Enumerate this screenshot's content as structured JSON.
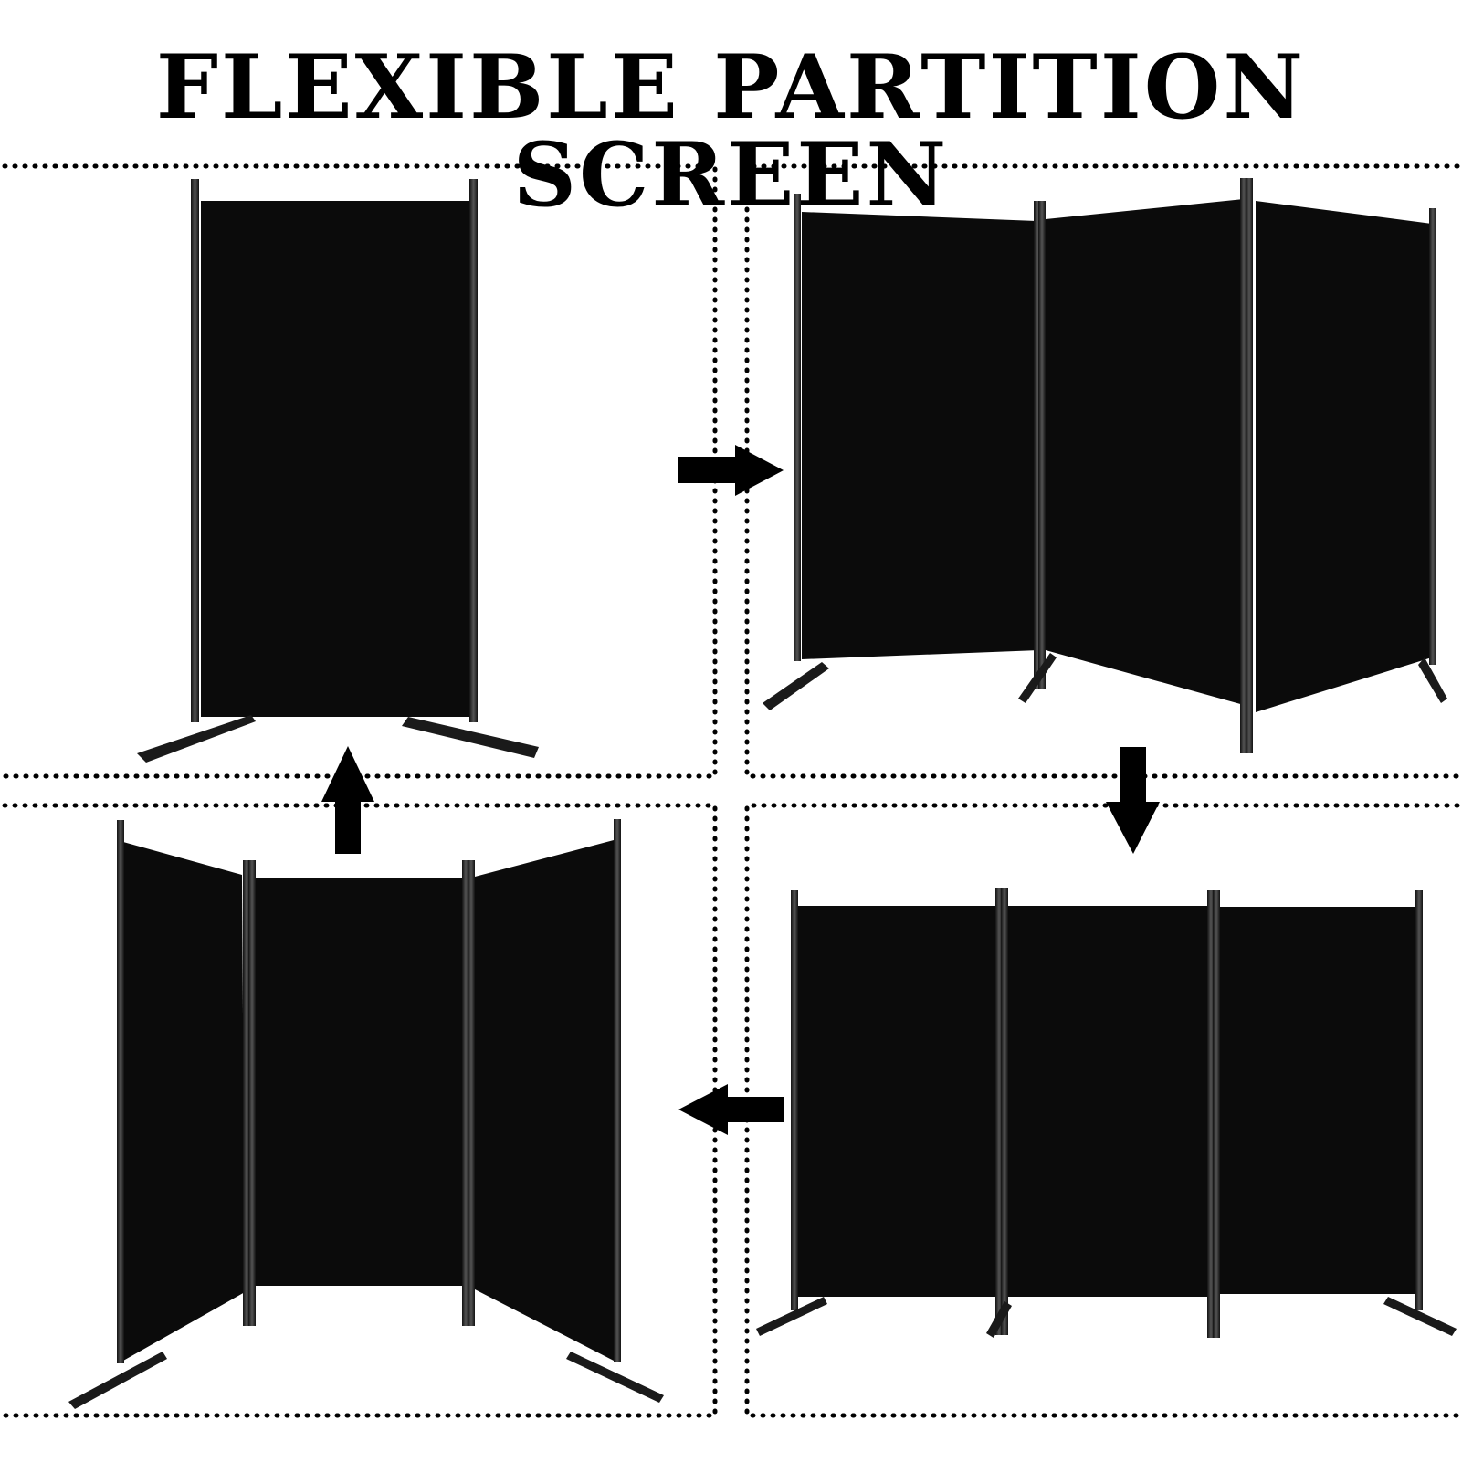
{
  "title": "FLEXIBLE PARTITION SCREEN",
  "colors": {
    "panel": "#0b0b0b",
    "frame": "#2a2a2a",
    "background": "#ffffff",
    "dots": "#000000"
  },
  "illustrations": [
    {
      "id": "single-panel",
      "description_icon": "partition-1-panel-icon"
    },
    {
      "id": "three-panel-zigzag",
      "description_icon": "partition-zigzag-icon"
    },
    {
      "id": "three-panel-flat",
      "description_icon": "partition-flat-icon"
    },
    {
      "id": "three-panel-u-shape",
      "description_icon": "partition-u-shape-icon"
    }
  ],
  "arrows": [
    "arrow-right-icon",
    "arrow-down-icon",
    "arrow-left-icon",
    "arrow-up-icon"
  ]
}
